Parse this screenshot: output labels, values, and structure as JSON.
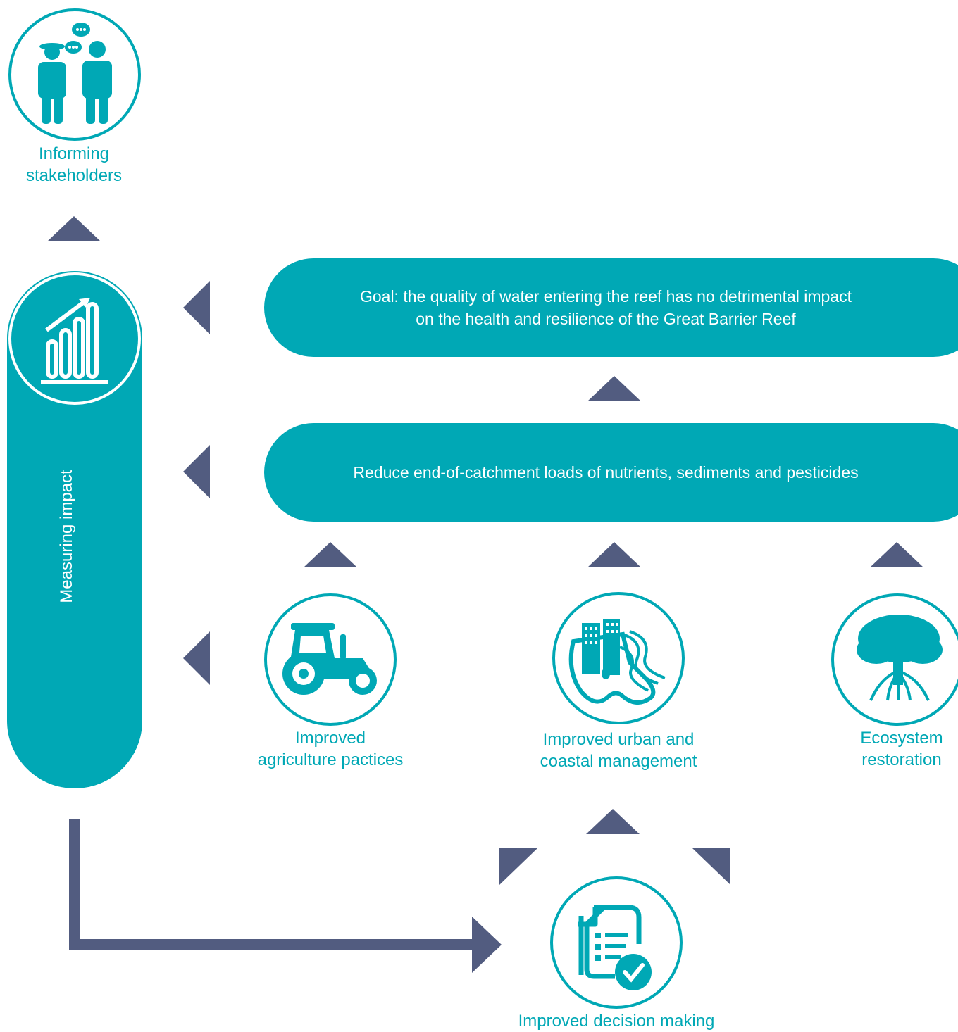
{
  "colors": {
    "teal": "#00a8b5",
    "navy": "#525c80",
    "white": "#ffffff"
  },
  "nodes": {
    "informing": {
      "line1": "Informing",
      "line2": "stakeholders",
      "icon": "people-talking-icon"
    },
    "measuring": {
      "label": "Measuring impact",
      "icon": "bar-chart-growth-icon"
    },
    "goal": {
      "line1": "Goal: the quality of water entering the reef has no detrimental impact",
      "line2": "on the health and resilience of the Great Barrier Reef"
    },
    "reduce": {
      "label": "Reduce end-of-catchment loads of nutrients, sediments and pesticides"
    },
    "agriculture": {
      "line1": "Improved",
      "line2": "agriculture pactices",
      "icon": "tractor-icon"
    },
    "urban": {
      "line1": "Improved urban and",
      "line2": "coastal management",
      "icon": "city-coast-icon"
    },
    "ecosystem": {
      "line1": "Ecosystem",
      "line2": "restoration",
      "icon": "mangrove-tree-icon"
    },
    "decision": {
      "label": "Improved decision making",
      "icon": "checklist-icon"
    }
  }
}
